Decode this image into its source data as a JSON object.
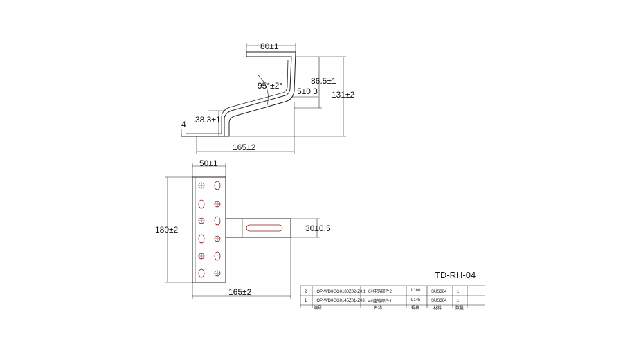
{
  "drawing_no": "TD-RH-04",
  "side_view": {
    "dims": {
      "top_width": "80±1",
      "angle": "95°±2°",
      "rise": "86.5±1",
      "thickness": "5±0.3",
      "total_height": "131±2",
      "low_height": "38.3±1",
      "plate": "4",
      "length": "165±2"
    }
  },
  "plan_view": {
    "dims": {
      "plate_width": "50±1",
      "plate_height": "180±2",
      "arm_width": "30±0.5",
      "length": "165±2"
    }
  },
  "bom": {
    "rows": [
      {
        "no": "2",
        "code": "HOP-WD0GG0180Z02-Z0.1",
        "name": "6#挂钩部件2",
        "length": "L180",
        "material": "SUS304",
        "qty": "1"
      },
      {
        "no": "1",
        "code": "HOP-WD0GG0145Z01-Z03",
        "name": "4#挂钩部件1",
        "length": "L145",
        "material": "SUS304",
        "qty": "1"
      }
    ],
    "footer": [
      "编号",
      "名称",
      "规格",
      "材料",
      "数量"
    ]
  },
  "colors": {
    "line": "#222222",
    "hole": "#8b1a1a"
  }
}
